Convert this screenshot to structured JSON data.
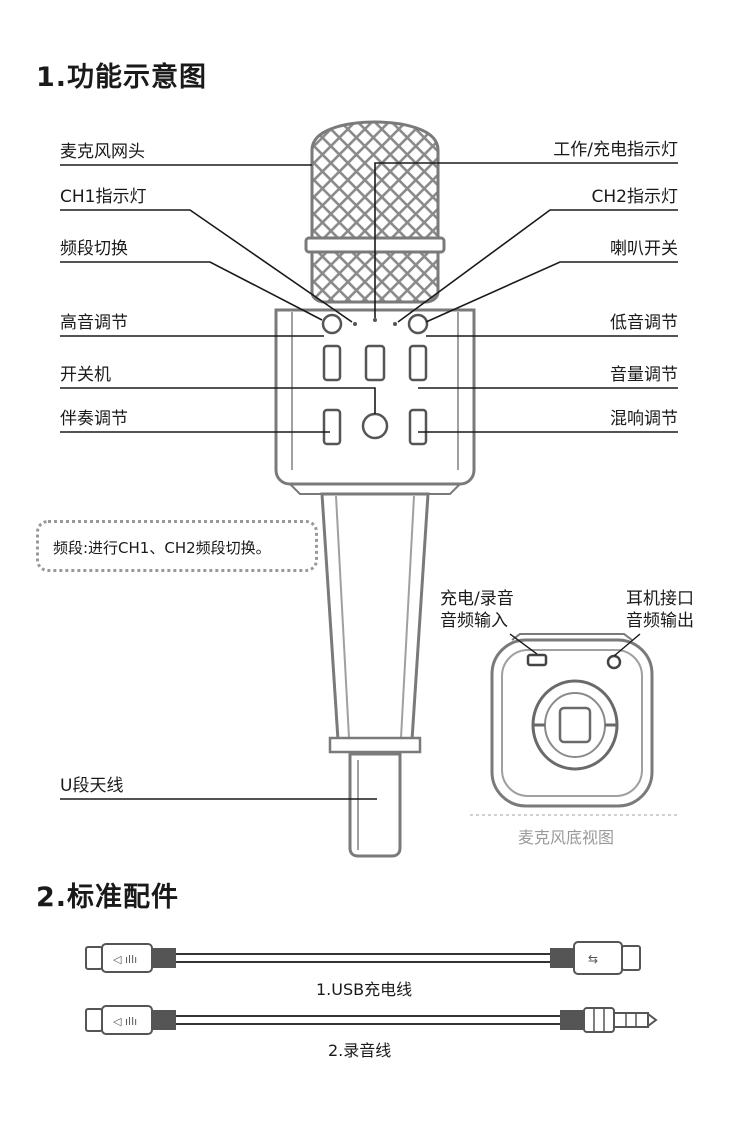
{
  "sections": {
    "s1_title": "1.功能示意图",
    "s2_title": "2.标准配件"
  },
  "labels_left": {
    "mesh_head": "麦克风网头",
    "ch1_indicator": "CH1指示灯",
    "band_switch": "频段切换",
    "treble": "高音调节",
    "power": "开关机",
    "accompaniment": "伴奏调节",
    "antenna": "U段天线"
  },
  "labels_right": {
    "work_charge": "工作/充电指示灯",
    "ch2_indicator": "CH2指示灯",
    "speaker_switch": "喇叭开关",
    "bass": "低音调节",
    "volume": "音量调节",
    "reverb": "混响调节"
  },
  "note": "频段:进行CH1、CH2频段切换。",
  "bottom_view": {
    "port_left_line1": "充电/录音",
    "port_left_line2": "音频输入",
    "port_right_line1": "耳机接口",
    "port_right_line2": "音频输出",
    "caption": "麦克风底视图"
  },
  "accessories": {
    "usb_cable": "1.USB充电线",
    "record_cable": "2.录音线"
  },
  "colors": {
    "line": "#1a1a1a",
    "device_stroke": "#7a7a7a",
    "note_border": "#999999",
    "caption_grey": "#9a9a9a"
  }
}
